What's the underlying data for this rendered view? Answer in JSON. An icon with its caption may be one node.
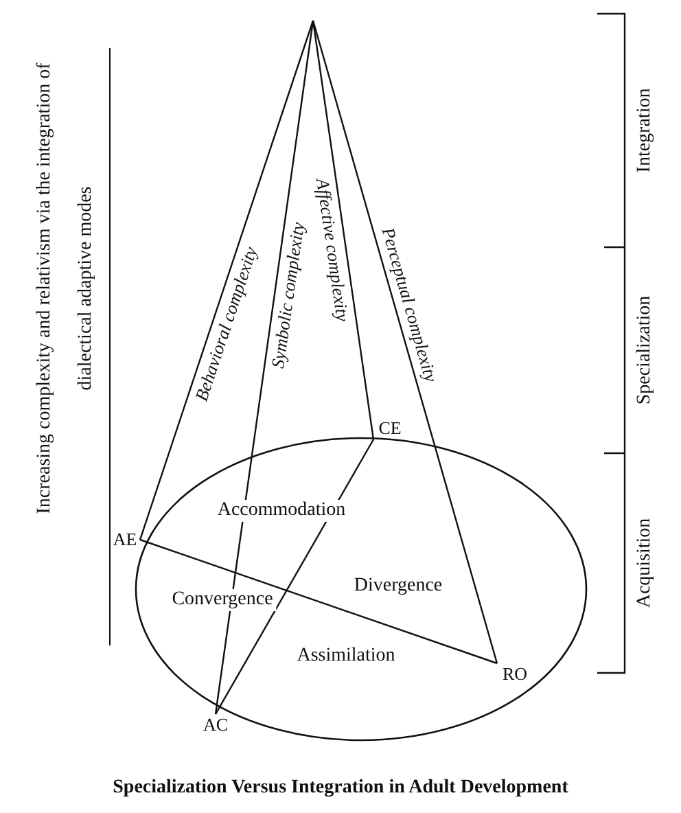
{
  "diagram": {
    "caption": "Specialization Versus Integration in Adult Development",
    "nodes": [
      {
        "text": [
          "AE"
        ]
      },
      {
        "text": [
          "CE"
        ]
      },
      {
        "text": [
          "RO"
        ]
      },
      {
        "text": [
          "AC"
        ]
      }
    ],
    "edges": [
      {
        "from": null,
        "to": 0,
        "arrow": "none",
        "label": "Behavioral complexity"
      },
      {
        "from": null,
        "to": 3,
        "arrow": "none",
        "label": "Symbolic complexity"
      },
      {
        "from": null,
        "to": 1,
        "arrow": "none",
        "label": "Affective complexity"
      },
      {
        "from": null,
        "to": 2,
        "arrow": "none",
        "label": "Perceptual complexity"
      },
      {
        "from": 0,
        "to": 2,
        "arrow": "none"
      },
      {
        "from": 1,
        "to": 3,
        "arrow": "none"
      }
    ],
    "labels": [
      "Increasing complexity and relativism via the integration of dialectical adaptive modes",
      "Integration",
      "Specialization",
      "Accommodation",
      "Divergence",
      "Convergence",
      "Assimilation",
      "Acquisition"
    ]
  }
}
